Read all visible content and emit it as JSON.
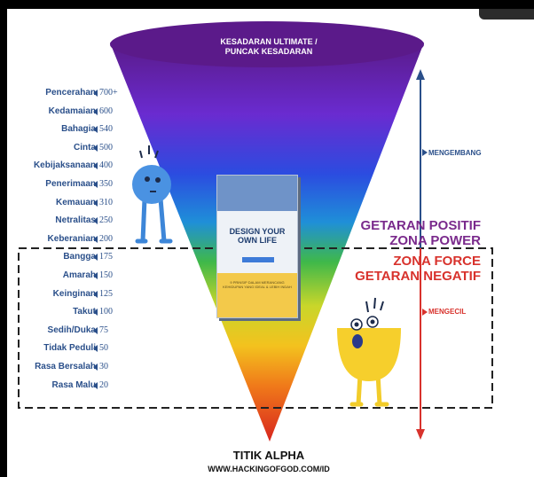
{
  "header": {
    "title_line1": "KESADARAN ULTIMATE /",
    "title_line2": "PUNCAK KESADARAN"
  },
  "scale": [
    {
      "label": "Pencerahan",
      "value": "700+"
    },
    {
      "label": "Kedamaian",
      "value": "600"
    },
    {
      "label": "Bahagia",
      "value": "540"
    },
    {
      "label": "Cinta",
      "value": "500"
    },
    {
      "label": "Kebijaksanaan",
      "value": "400"
    },
    {
      "label": "Penerimaan",
      "value": "350"
    },
    {
      "label": "Kemauan",
      "value": "310"
    },
    {
      "label": "Netralitas",
      "value": "250"
    },
    {
      "label": "Keberanian",
      "value": "200"
    },
    {
      "label": "Bangga",
      "value": "175"
    },
    {
      "label": "Amarah",
      "value": "150"
    },
    {
      "label": "Keinginan",
      "value": "125"
    },
    {
      "label": "Takut",
      "value": "100"
    },
    {
      "label": "Sedih/Duka",
      "value": "75"
    },
    {
      "label": "Tidak Peduli",
      "value": "50"
    },
    {
      "label": "Rasa Bersalah",
      "value": "30"
    },
    {
      "label": "Rasa Malu",
      "value": "20"
    }
  ],
  "zones": {
    "positive_line1": "GETARAN POSITIF",
    "positive_line2": "ZONA POWER",
    "negative_line1": "ZONA FORCE",
    "negative_line2": "GETARAN NEGATIF",
    "positive_color": "#7a2a8c",
    "negative_color": "#d8322c"
  },
  "side": {
    "expand": "MENGEMBANG",
    "shrink": "MENGECIL",
    "expand_color": "#2a4f8a",
    "shrink_color": "#d8322c"
  },
  "book": {
    "title_line1": "DESIGN YOUR",
    "title_line2": "OWN LIFE",
    "subtitle": "9 PRINSIP DALAM MERANCANG KEHIDUPAN YANG IDEAL & LEBIH INDAH"
  },
  "footer": {
    "title": "TITIK ALPHA",
    "url": "WWW.HACKINGOFGOD.COM/ID"
  }
}
